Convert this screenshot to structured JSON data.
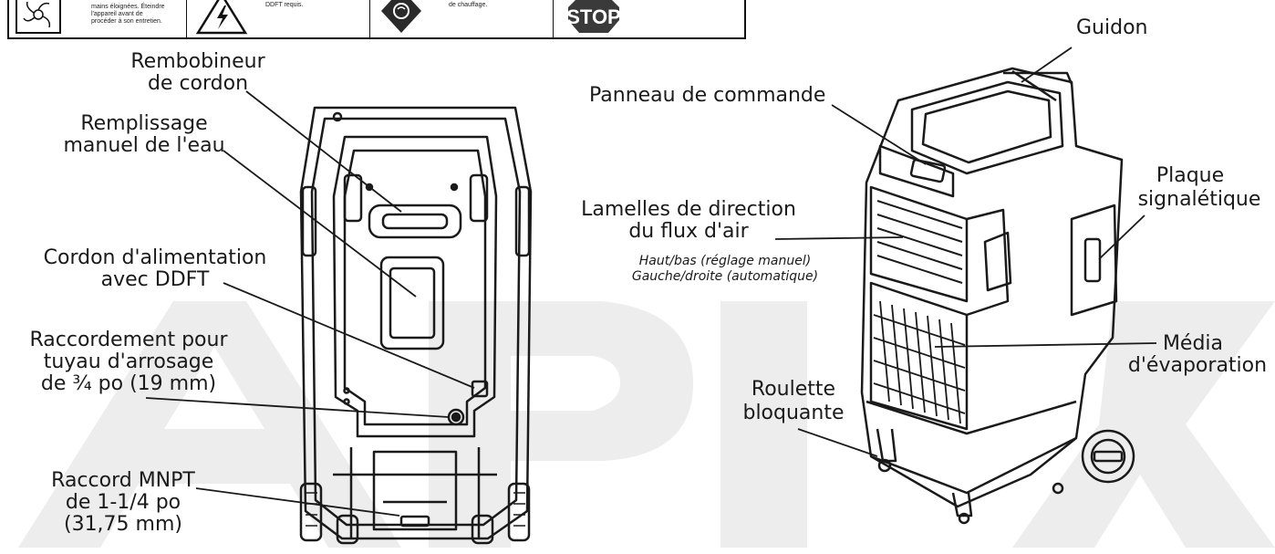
{
  "warning_strip": {
    "cells": [
      {
        "icon": "fan-blade-warning-icon",
        "text": [
          "mains éloignées. Éteindre",
          "l'appareil avant de",
          "procéder à son entretien."
        ]
      },
      {
        "icon": "electric-shock-warning-icon",
        "text": [
          "DDFT requis."
        ]
      },
      {
        "icon": "no-heater-icon",
        "text": [
          "de chauffage."
        ]
      },
      {
        "icon": "stop-sign-icon",
        "text": [],
        "sign_text": "STOP"
      }
    ]
  },
  "labels": {
    "rembobineur": "Rembobineur",
    "rembobineur_2": "de cordon",
    "remplissage": "Remplissage",
    "remplissage_2": "manuel de l'eau",
    "cordon": "Cordon d'alimentation",
    "cordon_2": "avec DDFT",
    "raccordement": "Raccordement pour",
    "raccordement_2": "tuyau d'arrosage",
    "raccordement_3": "de ¾ po (19 mm)",
    "raccord_mnpt": "Raccord MNPT",
    "raccord_mnpt_2": "de 1-1/4 po",
    "raccord_mnpt_3": "(31,75 mm)",
    "guidon": "Guidon",
    "panneau": "Panneau de commande",
    "lamelles": "Lamelles de direction",
    "lamelles_2": "du flux d'air",
    "lamelles_note": "Haut/bas (réglage manuel)",
    "lamelles_note_2": "Gauche/droite (automatique)",
    "plaque": "Plaque",
    "plaque_2": "signalétique",
    "media": "Média",
    "media_2": "d'évaporation",
    "roulette": "Roulette",
    "roulette_2": "bloquante"
  },
  "colors": {
    "ink": "#1a1a1a",
    "watermark": "#ededed",
    "body_gray": "#d9d9d9",
    "stop_red": "#9a9a9a"
  }
}
